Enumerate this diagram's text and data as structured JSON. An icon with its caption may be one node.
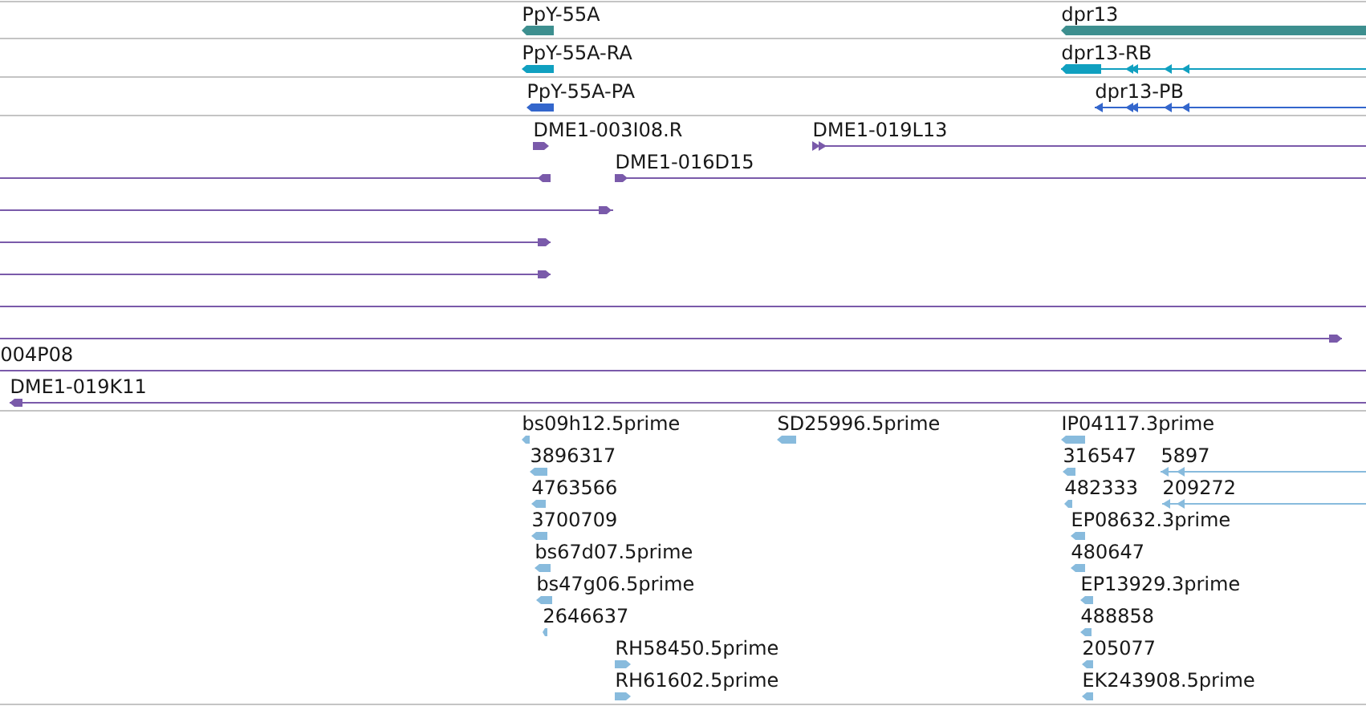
{
  "diagram": {
    "nodes": [
      {
        "text": [
          "PpY-55A"
        ]
      },
      {
        "text": [
          "dpr13"
        ]
      },
      {
        "text": [
          "PpY-55A-RA"
        ]
      },
      {
        "text": [
          "dpr13-RB"
        ]
      },
      {
        "text": [
          "PpY-55A-PA"
        ]
      },
      {
        "text": [
          "dpr13-PB"
        ]
      },
      {
        "text": [
          "DME1-003I08.R"
        ]
      },
      {
        "text": [
          "DME1-019L13"
        ]
      },
      {
        "text": [],
        "shape": "bar"
      },
      {
        "text": [
          "DME1-016D15"
        ]
      },
      {
        "text": [],
        "shape": "bar"
      },
      {
        "text": [],
        "shape": "bar"
      },
      {
        "text": [],
        "shape": "bar"
      },
      {
        "text": [],
        "shape": "bar"
      },
      {
        "text": [],
        "shape": "bar"
      },
      {
        "text": [
          "004P08"
        ]
      },
      {
        "text": [
          "DME1-019K11"
        ]
      },
      {
        "text": [
          "bs09h12.5prime"
        ]
      },
      {
        "text": [
          "SD25996.5prime"
        ]
      },
      {
        "text": [
          "IP04117.3prime"
        ]
      },
      {
        "text": [
          "3896317"
        ]
      },
      {
        "text": [
          "316547"
        ]
      },
      {
        "text": [
          "5897"
        ]
      },
      {
        "text": [
          "4763566"
        ]
      },
      {
        "text": [
          "482333"
        ]
      },
      {
        "text": [
          "209272"
        ]
      },
      {
        "text": [
          "3700709"
        ]
      },
      {
        "text": [
          "EP08632.3prime"
        ]
      },
      {
        "text": [
          "bs67d07.5prime"
        ]
      },
      {
        "text": [
          "480647"
        ]
      },
      {
        "text": [
          "bs47g06.5prime"
        ]
      },
      {
        "text": [
          "EP13929.3prime"
        ]
      },
      {
        "text": [
          "2646637"
        ]
      },
      {
        "text": [
          "488858"
        ]
      },
      {
        "text": [
          "RH58450.5prime"
        ]
      },
      {
        "text": [
          "205077"
        ]
      },
      {
        "text": [
          "RH61602.5prime"
        ]
      },
      {
        "text": [
          "EK243908.5prime"
        ]
      }
    ]
  }
}
